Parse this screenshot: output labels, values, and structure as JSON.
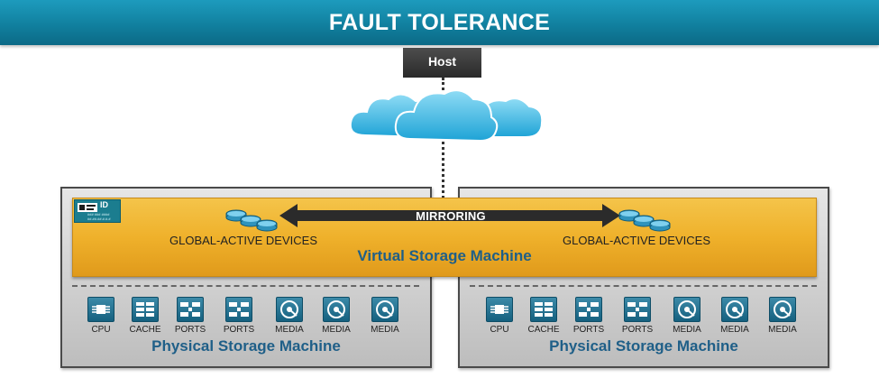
{
  "header": {
    "title": "FAULT TOLERANCE"
  },
  "host": {
    "label": "Host"
  },
  "id_badge": {
    "text": "ID",
    "lines": [
      "### ### ####",
      "##.##.##.#.#.#"
    ]
  },
  "virtual_machine": {
    "label": "Virtual Storage Machine",
    "mirroring_label": "MIRRORING",
    "left_devices_label": "GLOBAL-ACTIVE DEVICES",
    "right_devices_label": "GLOBAL-ACTIVE DEVICES"
  },
  "left_machine": {
    "label": "Physical Storage Machine",
    "components": [
      {
        "label": "CPU",
        "icon": "cpu-icon"
      },
      {
        "label": "CACHE",
        "icon": "cache-icon"
      },
      {
        "label": "PORTS",
        "icon": "ports-icon"
      },
      {
        "label": "PORTS",
        "icon": "ports-icon"
      },
      {
        "label": "MEDIA",
        "icon": "disk-icon"
      },
      {
        "label": "MEDIA",
        "icon": "disk-icon"
      },
      {
        "label": "MEDIA",
        "icon": "disk-icon"
      }
    ]
  },
  "right_machine": {
    "label": "Physical Storage Machine",
    "components": [
      {
        "label": "CPU",
        "icon": "cpu-icon"
      },
      {
        "label": "CACHE",
        "icon": "cache-icon"
      },
      {
        "label": "PORTS",
        "icon": "ports-icon"
      },
      {
        "label": "PORTS",
        "icon": "ports-icon"
      },
      {
        "label": "MEDIA",
        "icon": "disk-icon"
      },
      {
        "label": "MEDIA",
        "icon": "disk-icon"
      },
      {
        "label": "MEDIA",
        "icon": "disk-icon"
      }
    ]
  },
  "colors": {
    "banner": "#11809f",
    "virtual_machine": "#efb12b",
    "machine_text": "#1f5f88",
    "host": "#333333"
  }
}
